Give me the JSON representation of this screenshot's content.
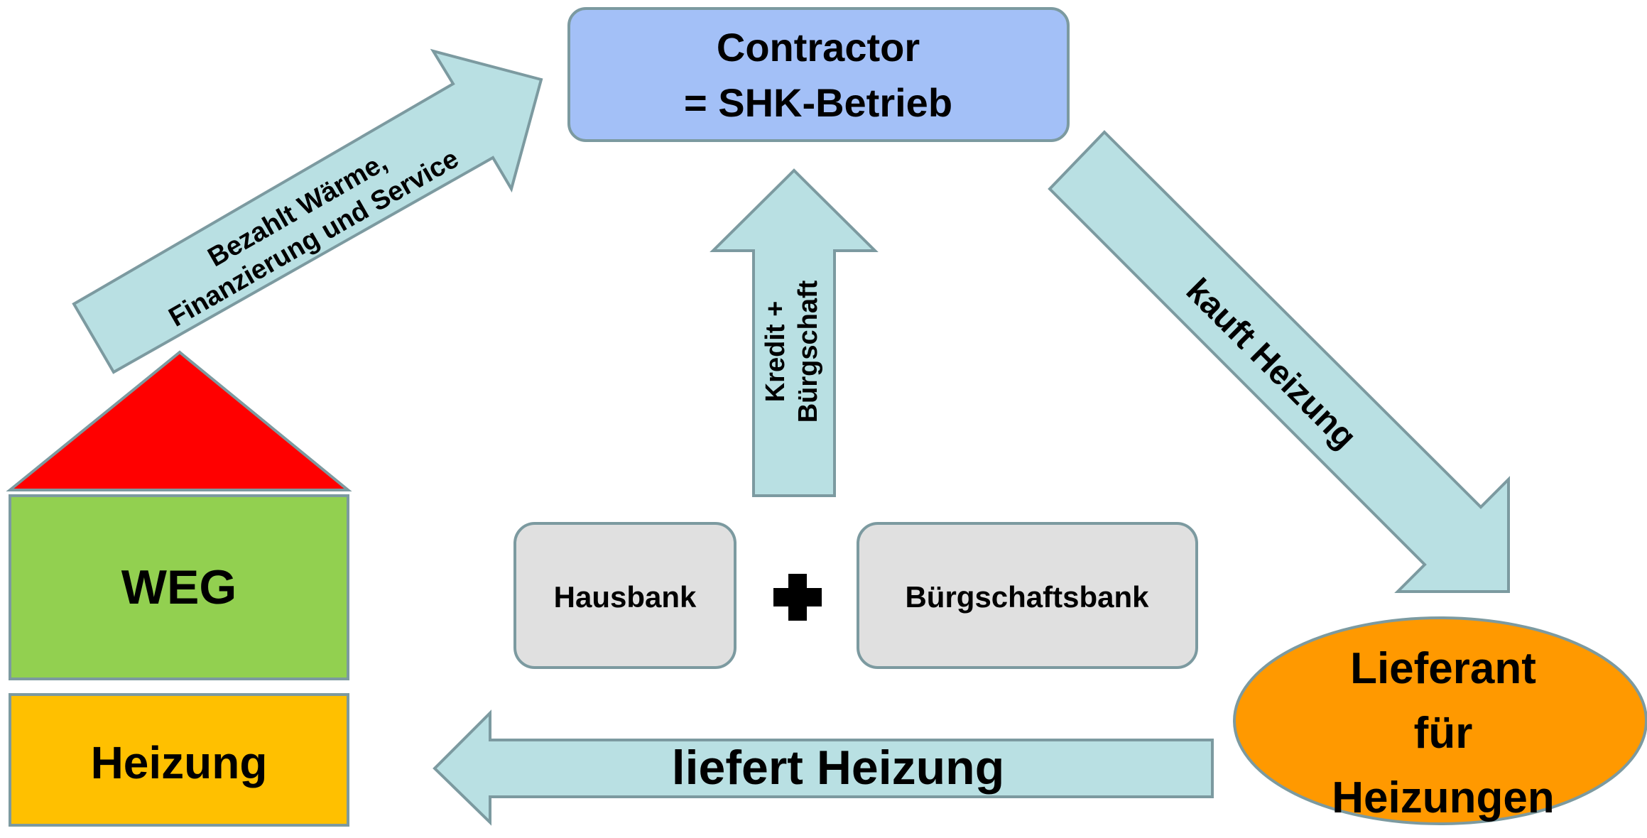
{
  "colors": {
    "arrow_fill": "#b9e0e3",
    "arrow_stroke": "#7c9aa0",
    "contractor_fill": "#a3c0f7",
    "bank_fill": "#e0e0e0",
    "roof_fill": "#ff0000",
    "weg_fill": "#92d050",
    "heizung_fill": "#ffc000",
    "lieferant_fill": "#ff9900"
  },
  "nodes": {
    "contractor": {
      "line1": "Contractor",
      "line2": "= SHK-Betrieb"
    },
    "house": {
      "weg": "WEG",
      "heizung": "Heizung"
    },
    "hausbank": "Hausbank",
    "plus_icon": "plus-icon",
    "buergschaftsbank": "Bürgschaftsbank",
    "lieferant": {
      "line1": "Lieferant",
      "line2": "für",
      "line3": "Heizungen"
    }
  },
  "arrows": {
    "pays": {
      "line1": "Bezahlt Wärme,",
      "line2": "Finanzierung und Service"
    },
    "credit": {
      "line1": "Kredit +",
      "line2": "Bürgschaft"
    },
    "buys": "kauft Heizung",
    "delivers": "liefert Heizung"
  }
}
